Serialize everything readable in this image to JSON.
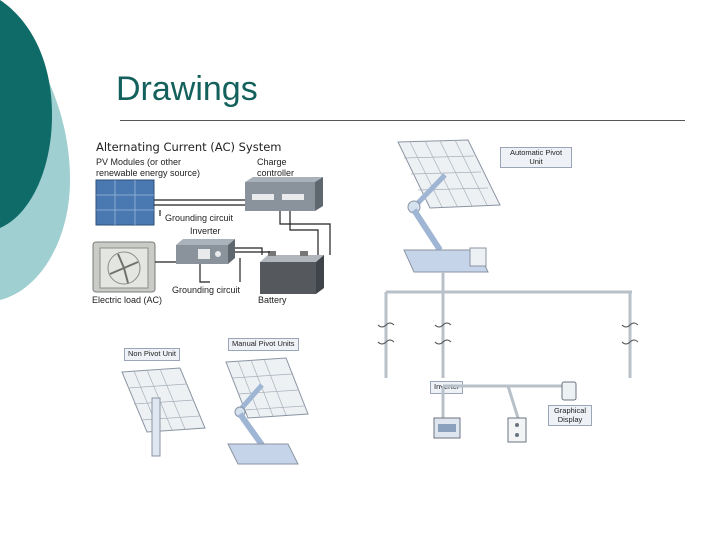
{
  "slide": {
    "title": "Drawings"
  },
  "ac_system": {
    "title": "Alternating Current (AC) System",
    "pv_modules": "PV Modules (or other",
    "pv_modules_line2": "renewable energy source)",
    "charge_controller": "Charge",
    "charge_controller_line2": "controller",
    "grounding_circuit_top": "Grounding circuit",
    "inverter": "Inverter",
    "grounding_circuit_bottom": "Grounding circuit",
    "electric_load": "Electric load (AC)",
    "battery": "Battery"
  },
  "pivot_diagram": {
    "automatic_pivot": "Automatic Pivot",
    "automatic_pivot_line2": "Unit",
    "non_pivot": "Non Pivot Unit",
    "manual_pivot": "Manual Pivot Units",
    "inverter": "Inverter",
    "graphical_display": "Graphical",
    "graphical_display_line2": "Display"
  },
  "colors": {
    "title": "#13605c",
    "teal_dark": "#0f6b67",
    "teal_light": "#9fcfd0",
    "panel_blue": "#4a78b0",
    "steel_grey": "#6f7880",
    "pipe_grey": "#b8c0c8"
  }
}
